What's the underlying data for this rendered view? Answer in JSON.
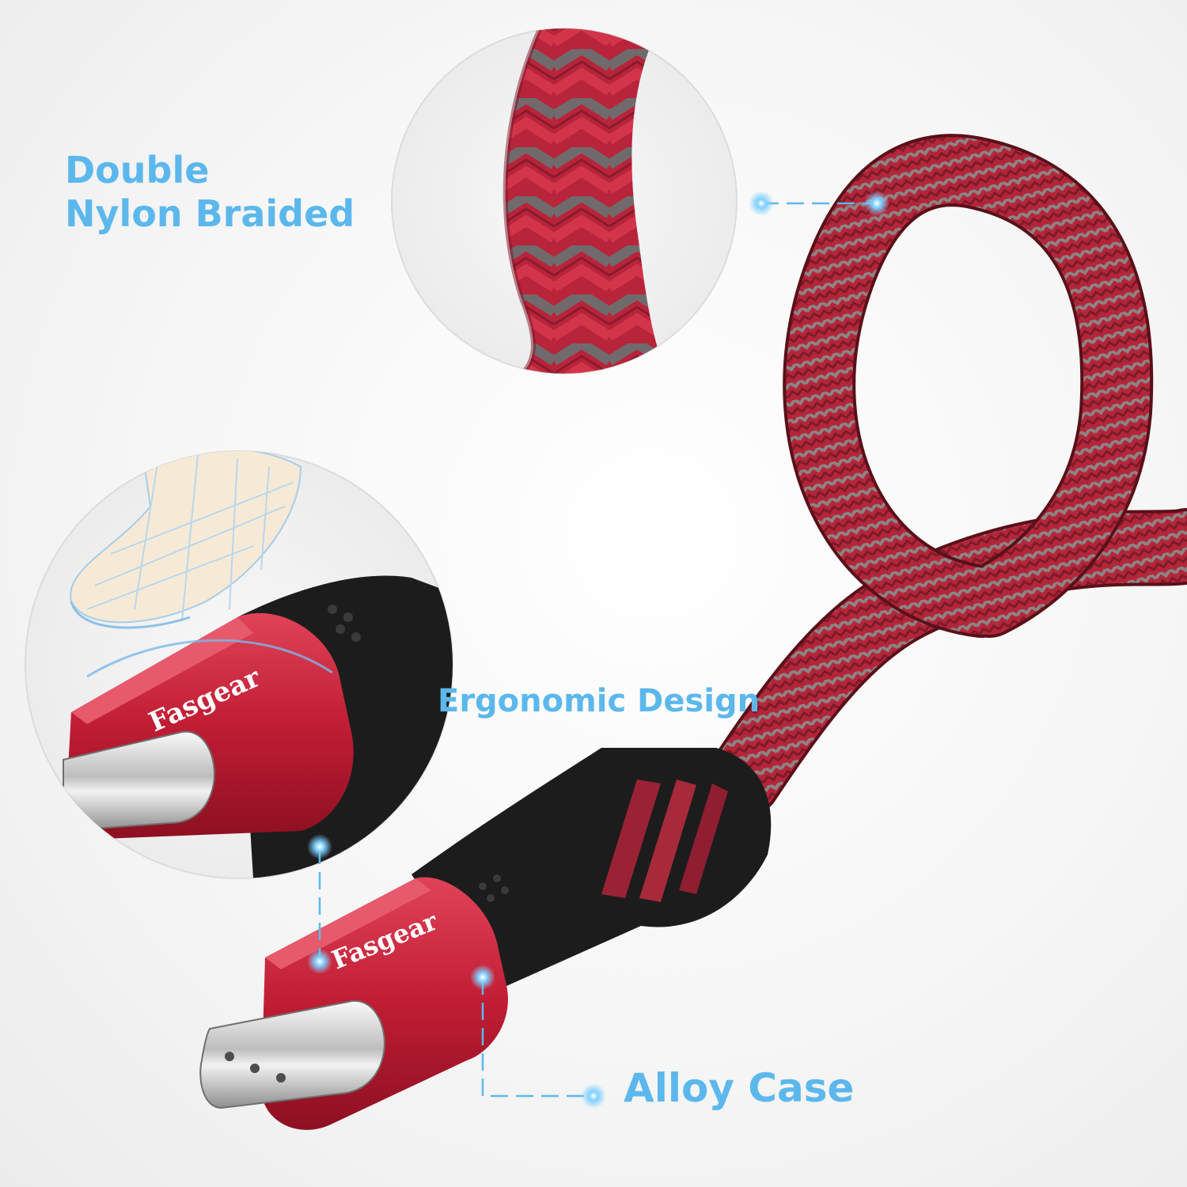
{
  "features": {
    "braided_line1": "Double",
    "braided_line2": "Nylon Braided",
    "ergonomic": "Ergonomic Design",
    "alloy": "Alloy Case"
  },
  "brand": {
    "logo": "Fasgear"
  },
  "colors": {
    "label_blue": "#5cb8ec",
    "cable_red": "#b8263a",
    "cable_gray": "#7a6f70",
    "connector_red": "#c4243a",
    "boot_black": "#1e1e1e",
    "background": "#f4f4f4"
  },
  "icons": [
    "callout-dot-icon",
    "usb-c-connector-icon"
  ]
}
